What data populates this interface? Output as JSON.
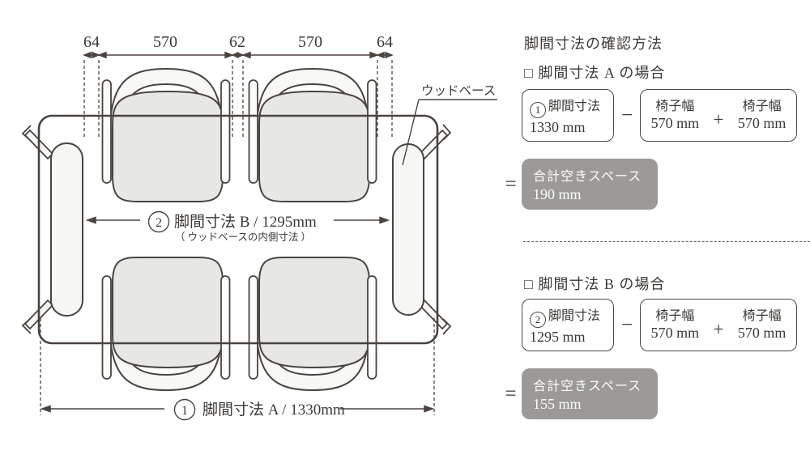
{
  "diagram": {
    "top_dims": [
      "64",
      "570",
      "62",
      "570",
      "64"
    ],
    "wood_base_label": "ウッドベース",
    "dim_b": {
      "circle": "2",
      "label": "脚間寸法 B / 1295mm",
      "sublabel": "（ ウッドベースの内側寸法 ）"
    },
    "dim_a": {
      "circle": "1",
      "label": "脚間寸法 A / 1330mm"
    }
  },
  "panel": {
    "title": "脚間寸法の確認方法",
    "operators": {
      "minus": "−",
      "plus": "+",
      "equals": "="
    },
    "sections": [
      {
        "heading": "□ 脚間寸法 A の場合",
        "dim_box": {
          "circle": "1",
          "label": "脚間寸法",
          "value": "1330 mm"
        },
        "chair_box": {
          "left_label": "椅子幅",
          "left_value": "570 mm",
          "right_label": "椅子幅",
          "right_value": "570 mm"
        },
        "result_box": {
          "label": "合計空きスペース",
          "value": "190 mm"
        }
      },
      {
        "heading": "□ 脚間寸法 B の場合",
        "dim_box": {
          "circle": "2",
          "label": "脚間寸法",
          "value": "1295 mm"
        },
        "chair_box": {
          "left_label": "椅子幅",
          "left_value": "570 mm",
          "right_label": "椅子幅",
          "right_value": "570 mm"
        },
        "result_box": {
          "label": "合計空きスペース",
          "value": "155 mm"
        }
      }
    ]
  },
  "colors": {
    "line": "#4a4440",
    "seat_fill": "#e7e7e5",
    "light_fill": "#f6f6f4",
    "result_bg": "#9c9a98",
    "result_text": "#fdfdfb"
  }
}
